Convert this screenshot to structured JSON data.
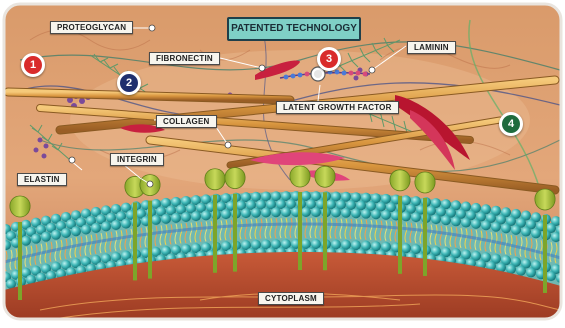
{
  "title": "PATENTED TECHNOLOGY",
  "labels": {
    "proteoglycan": "PROTEOGLYCAN",
    "fibronectin": "FIBRONECTIN",
    "laminin": "LAMININ",
    "latent_growth_factor": "LATENT GROWTH FACTOR",
    "collagen": "COLLAGEN",
    "integrin": "INTEGRIN",
    "elastin": "ELASTIN",
    "cytoplasm": "CYTOPLASM"
  },
  "markers": [
    {
      "number": "1",
      "color": "#d92b2b"
    },
    {
      "number": "2",
      "color": "#1f2f6e"
    },
    {
      "number": "3",
      "color": "#d92b2b"
    },
    {
      "number": "4",
      "color": "#1f6b3e"
    }
  ]
}
